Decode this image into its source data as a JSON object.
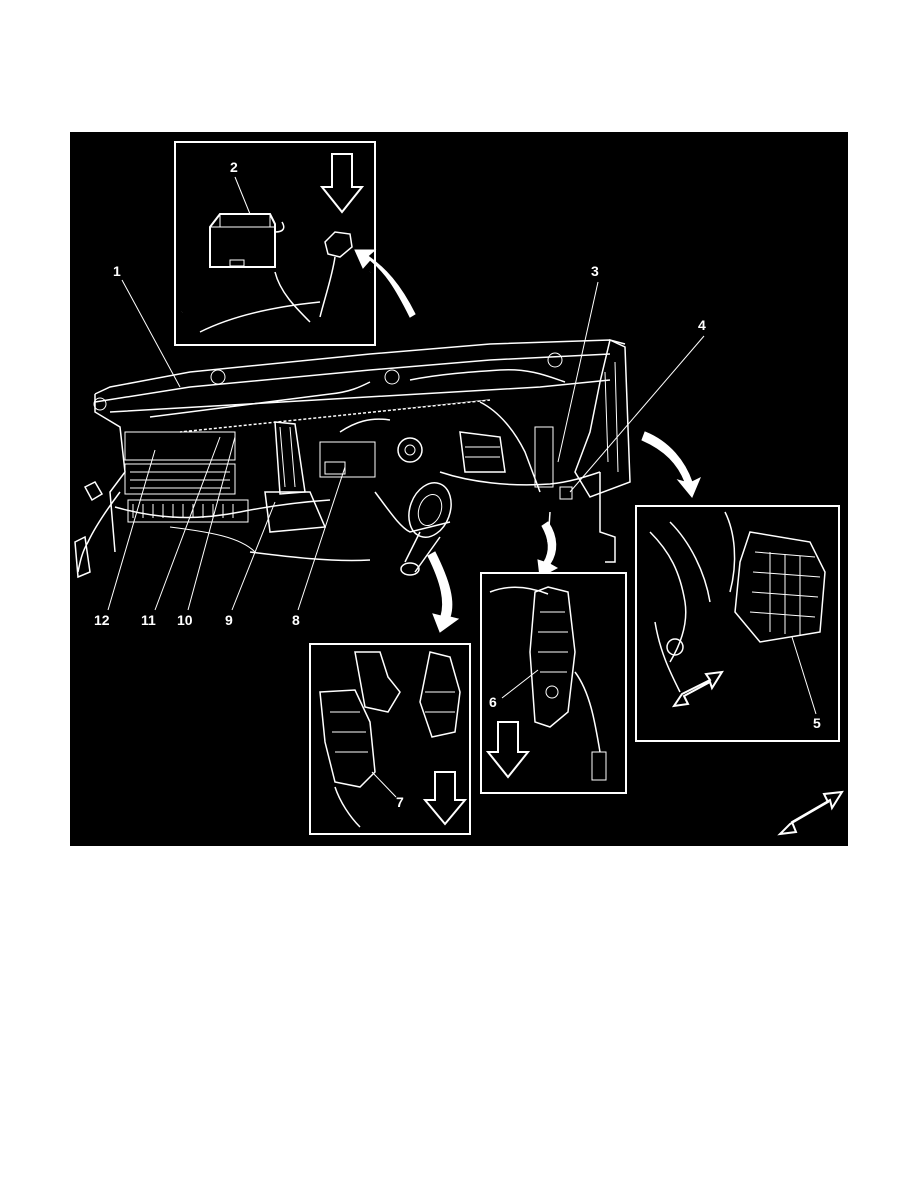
{
  "callouts": [
    "1",
    "2",
    "3",
    "4",
    "5",
    "6",
    "7",
    "8",
    "9",
    "10",
    "11",
    "12"
  ],
  "colors": {
    "background": "#000000",
    "lines": "#ffffff",
    "page": "#ffffff"
  },
  "icons": [
    "down-arrow-icon",
    "curved-arrow-icon",
    "direction-arrow-icon"
  ]
}
